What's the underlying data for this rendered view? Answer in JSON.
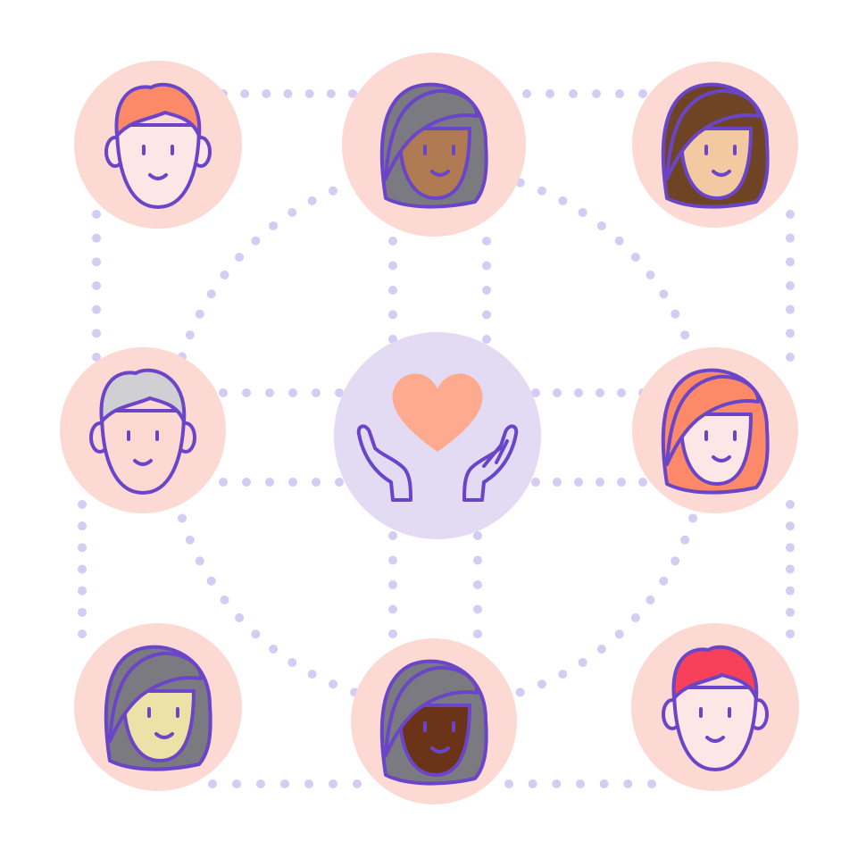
{
  "palette": {
    "background": "#ffffff",
    "avatar_circle": "#fcd9d3",
    "center_circle": "#e3daf3",
    "outline": "#6a45c8",
    "dots": "#d4ccf2",
    "heart": "#fdaa8e"
  },
  "center": {
    "icon": "hands-holding-heart-icon"
  },
  "avatars": [
    {
      "id": "top-left",
      "icon": "man-avatar-icon",
      "hair": "#fc8a68",
      "skin": "#fde6e6"
    },
    {
      "id": "top-center",
      "icon": "woman-avatar-icon",
      "hair": "#7a7a80",
      "skin": "#b07a52"
    },
    {
      "id": "top-right",
      "icon": "woman-avatar-icon",
      "hair": "#6e4424",
      "skin": "#f2c9a0"
    },
    {
      "id": "middle-left",
      "icon": "man-avatar-icon",
      "hair": "#d0d0d4",
      "skin": "#fcd9d3"
    },
    {
      "id": "middle-right",
      "icon": "woman-avatar-icon",
      "hair": "#fc8a68",
      "skin": "#fde6e6"
    },
    {
      "id": "bottom-left",
      "icon": "woman-avatar-icon",
      "hair": "#7a7a80",
      "skin": "#ece1a6"
    },
    {
      "id": "bottom-center",
      "icon": "woman-avatar-icon",
      "hair": "#7a7a80",
      "skin": "#6b3418"
    },
    {
      "id": "bottom-right",
      "icon": "man-avatar-icon",
      "hair": "#f7405a",
      "skin": "#fde6e6"
    }
  ]
}
